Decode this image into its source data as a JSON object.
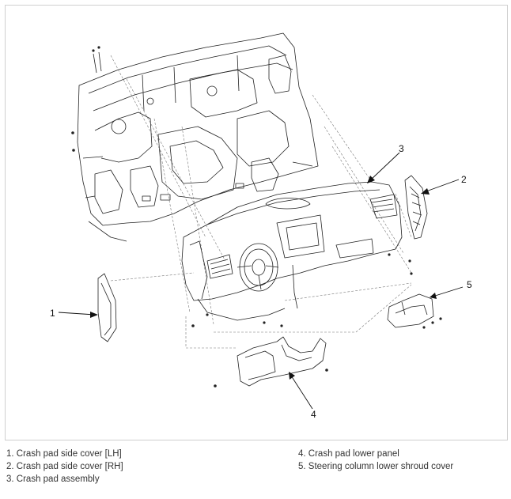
{
  "callouts": {
    "c1": "1",
    "c2": "2",
    "c3": "3",
    "c4": "4",
    "c5": "5"
  },
  "legend": {
    "left": [
      "1. Crash pad side cover [LH]",
      "2. Crash pad side cover [RH]",
      "3. Crash pad assembly"
    ],
    "right": [
      "4. Crash pad lower panel",
      "5. Steering column lower shroud cover"
    ]
  }
}
